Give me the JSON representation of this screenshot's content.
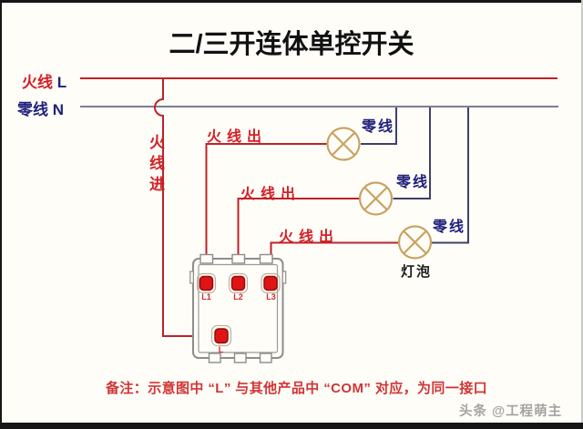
{
  "title": "二/三开连体单控开关",
  "legend": {
    "live": {
      "label": "火线",
      "tag": "L"
    },
    "neutral": {
      "label": "零线",
      "tag": "N"
    }
  },
  "feed": {
    "label": "火线进"
  },
  "branches": [
    {
      "live_out": "火线出",
      "neutral": "零线"
    },
    {
      "live_out": "火线出",
      "neutral": "零线"
    },
    {
      "live_out": "火线出",
      "neutral": "零线"
    }
  ],
  "lamp": {
    "label": "灯泡"
  },
  "switch": {
    "terminals": [
      "L1",
      "L2",
      "L3"
    ],
    "common": "L"
  },
  "note": "备注：示意图中 “L” 与其他产品中 “COM” 对应，为同一接口",
  "watermark": "头条 @工程萌主",
  "colors": {
    "live_wire": "#bd2327",
    "live_text": "#d42027",
    "neutral_bus": "#7d7d95",
    "neutral_branch": "#40406a",
    "neutral_text": "#20207c",
    "lamp": "#c8a360",
    "frame": "#8d8d8d",
    "terminal": "#e01414",
    "note": "#d03535",
    "watermark": "#a3a3a3"
  }
}
